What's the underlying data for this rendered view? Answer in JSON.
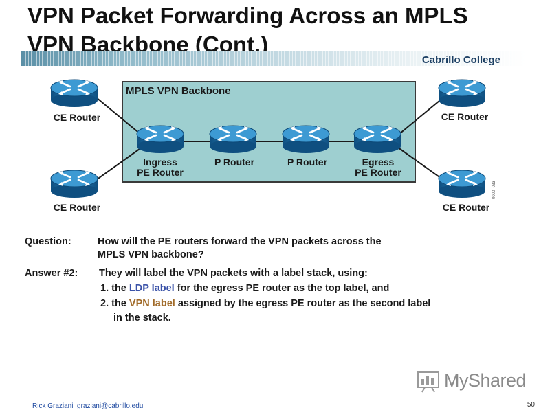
{
  "title": {
    "line1": "VPN Packet Forwarding Across an MPLS",
    "line2": "VPN Backbone (Cont.)"
  },
  "college": "Cabrillo College",
  "diagram": {
    "backbone_label": "MPLS VPN Backbone",
    "routers": {
      "ce_top_left": "CE Router",
      "ce_bottom_left": "CE Router",
      "ce_top_right": "CE Router",
      "ce_bottom_right": "CE Router",
      "ingress_line1": "Ingress",
      "ingress_line2": "PE Router",
      "p1": "P Router",
      "p2": "P Router",
      "egress_line1": "Egress",
      "egress_line2": "PE Router"
    },
    "figure_code": "0000_033"
  },
  "question": {
    "label": "Question:",
    "line1": "How will the PE routers forward the VPN packets across the",
    "line2": "MPLS VPN backbone?"
  },
  "answer": {
    "label": "Answer #2:",
    "intro": "They will label the VPN packets with a label stack, using:",
    "item1_prefix": "1. the ",
    "item1_highlight": "LDP label",
    "item1_suffix": " for the egress PE router as the top label, and",
    "item2_prefix": "2. the ",
    "item2_highlight": "VPN label",
    "item2_suffix": " assigned by the egress PE router as the second label",
    "item2_cont": "in the stack."
  },
  "footer": {
    "author": "Rick Graziani",
    "email": "graziani@cabrillo.edu",
    "page": "50"
  },
  "watermark": "MyShared",
  "colors": {
    "ldp_label": "#3a52a8",
    "vpn_label": "#a06a28",
    "backbone_fill": "#9ecfd0",
    "router_blue": "#1f6fa6"
  }
}
